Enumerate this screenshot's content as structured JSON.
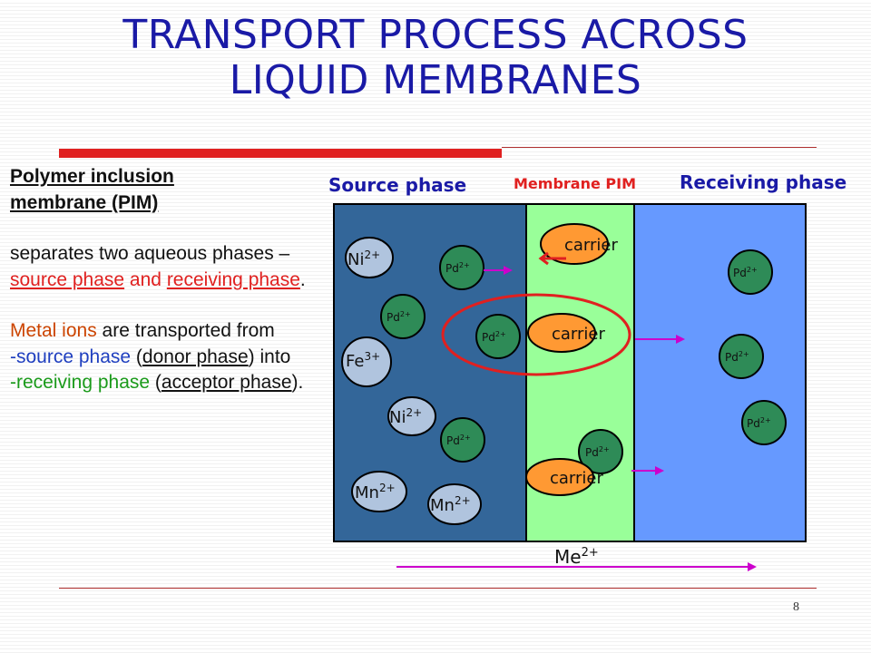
{
  "slide": {
    "title_line1": "TRANSPORT PROCESS ACROSS",
    "title_line2": "LIQUID MEMBRANES",
    "page_number": "8"
  },
  "left_text": {
    "heading_line1": "Polymer inclusion",
    "heading_line2": "membrane (PIM)",
    "p1_a": "separates two aqueous phases –",
    "p1_b": "source phase",
    "p1_c": " and ",
    "p1_d": "receiving phase",
    "p1_e": ".",
    "p2_a": "Metal ions",
    "p2_b": " are transported from",
    "p2_c": "-source phase",
    "p2_d": " (",
    "p2_e": "donor phase",
    "p2_f": ") into",
    "p2_g": "-receiving phase",
    "p2_h": " (",
    "p2_i": "acceptor phase",
    "p2_j": ")."
  },
  "diagram": {
    "label_source": "Source phase",
    "label_membrane": "Membrane PIM",
    "label_receiving": "Receiving phase",
    "carrier": "carrier",
    "pd": "Pd",
    "pd_charge": "2+",
    "ni": "Ni",
    "ni_charge": "2+",
    "fe": "Fe",
    "fe_charge": "3+",
    "mn": "Mn",
    "mn_charge": "2+",
    "me": "Me",
    "me_charge": "2+",
    "colors": {
      "source": "#336699",
      "membrane": "#99ff99",
      "receiving": "#6699ff",
      "pd_ion": "#2e8b57",
      "other_ion": "#b0c4de",
      "carrier": "#ff9933",
      "arrow": "#cc00cc",
      "highlight": "#e02020"
    }
  }
}
